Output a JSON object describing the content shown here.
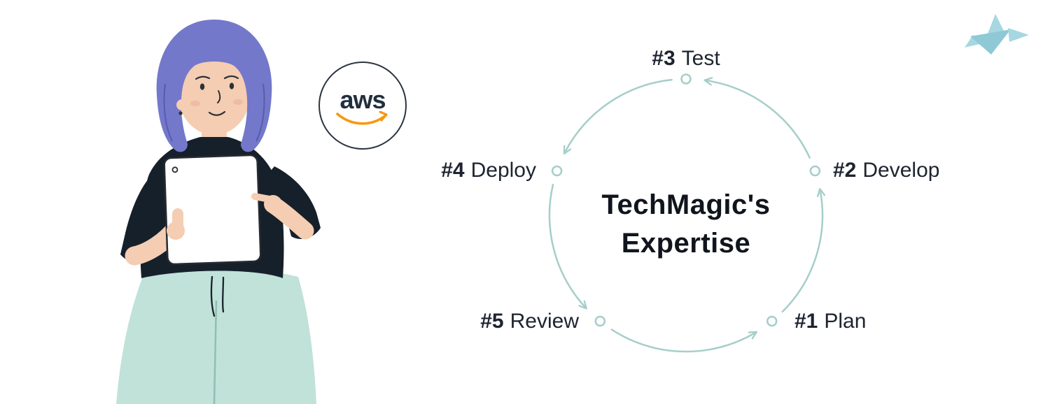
{
  "page": {
    "background": "#ffffff"
  },
  "brand": {
    "logo": "techmagic-bird",
    "logo_color": "#a7d7e1"
  },
  "illustration": {
    "speech_bubble": {
      "text": "aws",
      "text_color": "#222f3d",
      "smile_color": "#f7980f"
    },
    "hair_color": "#7478ca",
    "skin_color": "#f4cdb2",
    "shirt_color": "#16202b",
    "pants_color": "#c0e2d8"
  },
  "diagram": {
    "type": "cycle",
    "title_line1": "TechMagic's",
    "title_line2": "Expertise",
    "accent_color": "#a6cec9",
    "text_color": "#1d2430",
    "steps": [
      {
        "number": "#1",
        "label": "Plan",
        "position": "bottom-right"
      },
      {
        "number": "#2",
        "label": "Develop",
        "position": "right"
      },
      {
        "number": "#3",
        "label": "Test",
        "position": "top"
      },
      {
        "number": "#4",
        "label": "Deploy",
        "position": "left"
      },
      {
        "number": "#5",
        "label": "Review",
        "position": "bottom-left"
      }
    ]
  }
}
